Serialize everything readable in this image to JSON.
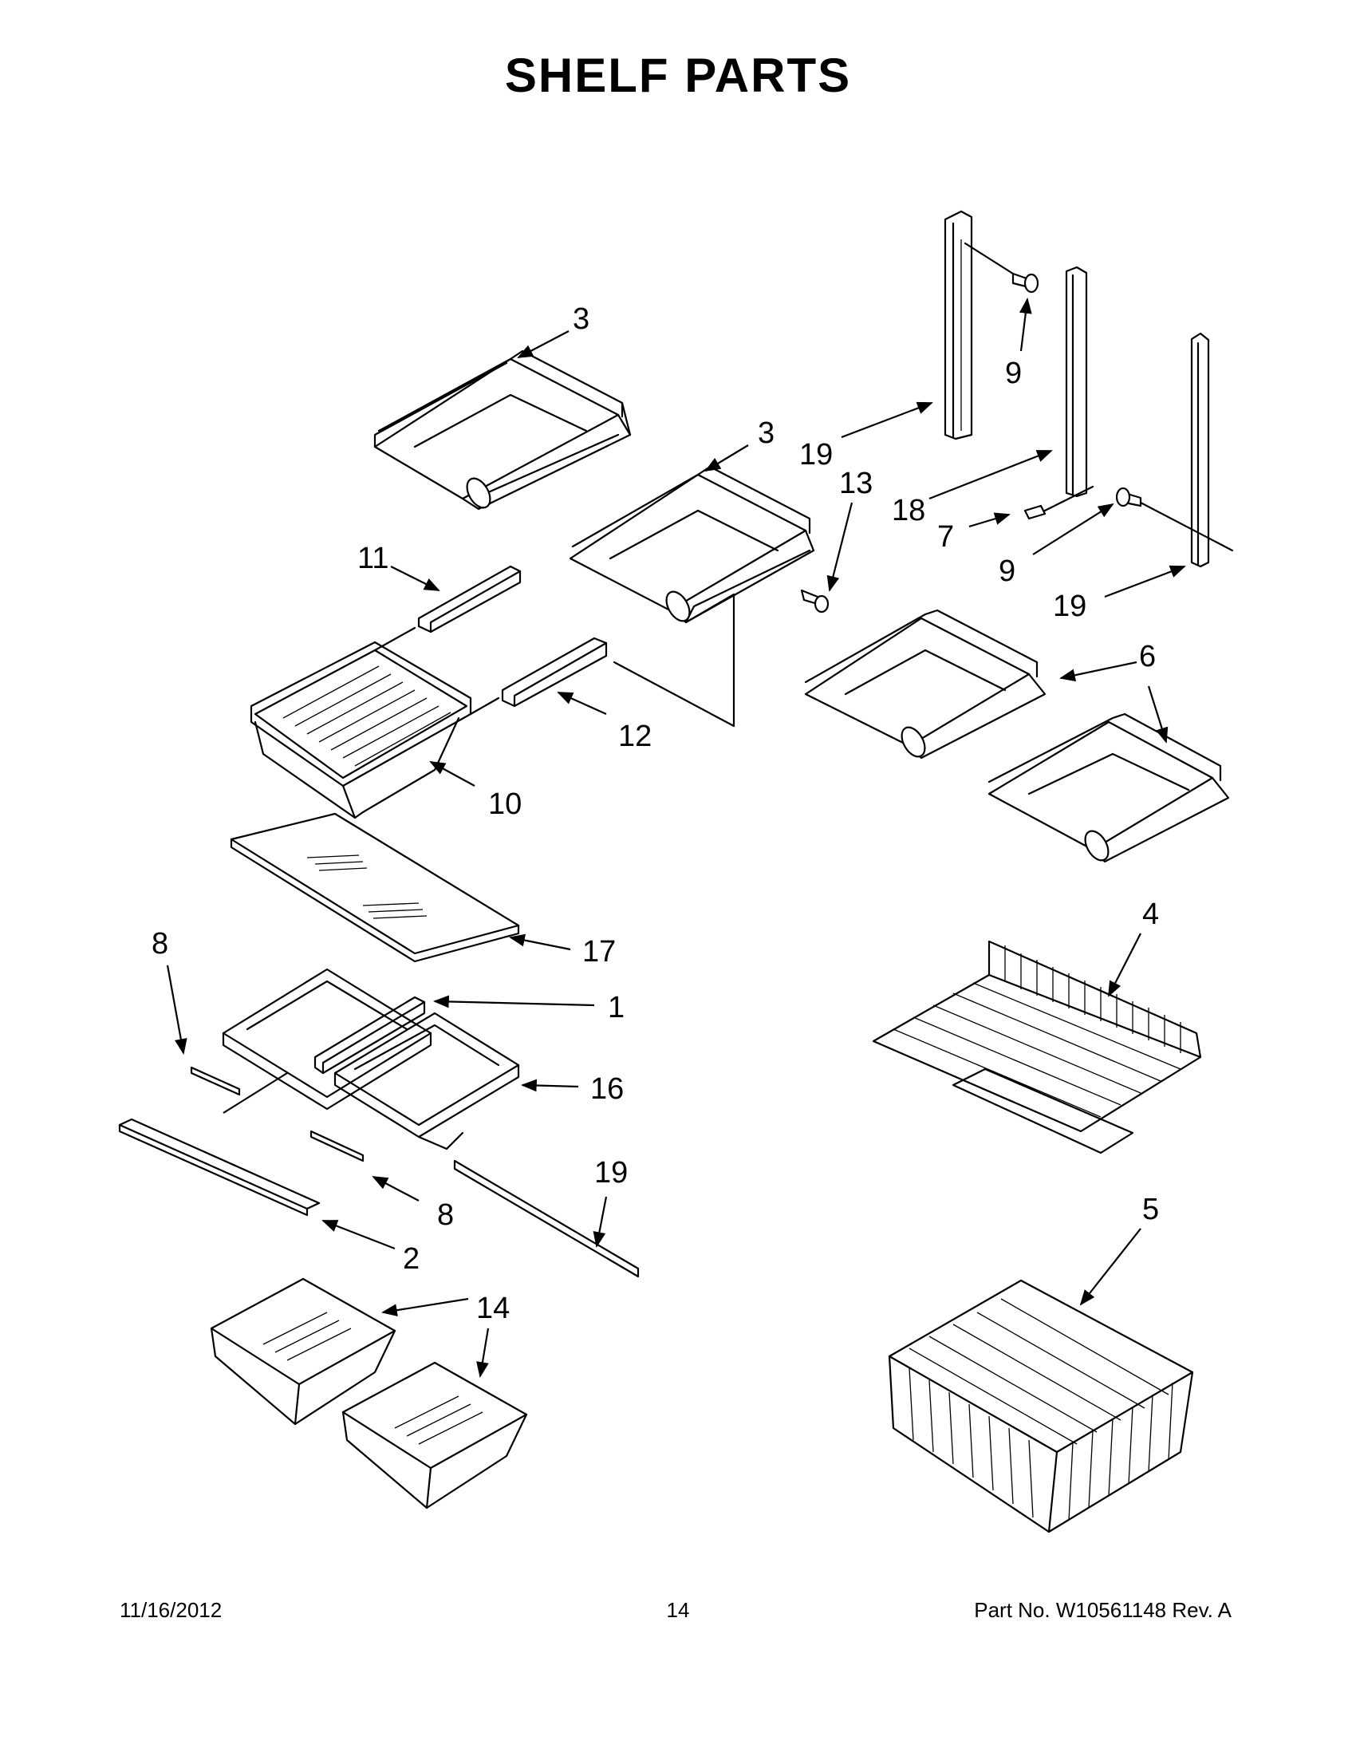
{
  "title": "SHELF PARTS",
  "footer": {
    "date": "11/16/2012",
    "page": "14",
    "part_number": "Part No.  W10561148  Rev.  A"
  },
  "callouts": {
    "c1": "1",
    "c2": "2",
    "c3a": "3",
    "c3b": "3",
    "c4": "4",
    "c5": "5",
    "c6": "6",
    "c7": "7",
    "c8a": "8",
    "c8b": "8",
    "c9a": "9",
    "c9b": "9",
    "c10": "10",
    "c11": "11",
    "c12": "12",
    "c13": "13",
    "c14": "14",
    "c16": "16",
    "c17": "17",
    "c18": "18",
    "c19a": "19",
    "c19b": "19",
    "c19c": "19"
  }
}
